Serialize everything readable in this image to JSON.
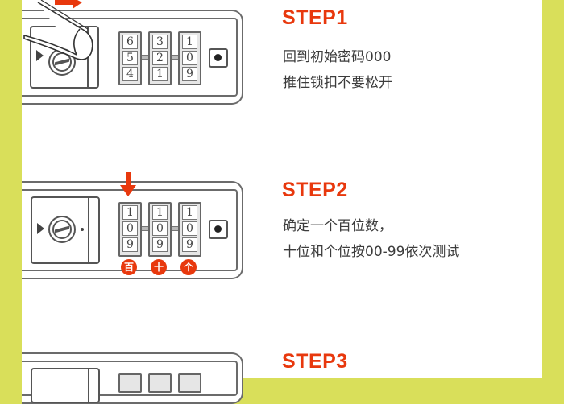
{
  "colors": {
    "background_strip": "#d9df5a",
    "panel": "#ffffff",
    "accent_red": "#e8380d",
    "text": "#3c3c3c"
  },
  "steps": [
    {
      "title": "STEP1",
      "lines": [
        "回到初始密码000",
        "推住锁扣不要松开"
      ],
      "lock": {
        "wheels": [
          [
            "6",
            "5",
            "4"
          ],
          [
            "3",
            "2",
            "1"
          ],
          [
            "1",
            "0",
            "9"
          ]
        ],
        "finger_pressing_latch": true,
        "arrow_icon": "red-arrow-right"
      }
    },
    {
      "title": "STEP2",
      "lines": [
        "确定一个百位数，",
        "十位和个位按00-99依次测试"
      ],
      "lock": {
        "wheels": [
          [
            "1",
            "0",
            "9"
          ],
          [
            "1",
            "0",
            "9"
          ],
          [
            "1",
            "0",
            "9"
          ]
        ],
        "arrow_icon": "red-arrow-down",
        "wheel_labels": [
          "百",
          "十",
          "个"
        ]
      }
    },
    {
      "title": "STEP3",
      "lines": [],
      "lock": {
        "partially_visible": true
      }
    }
  ]
}
